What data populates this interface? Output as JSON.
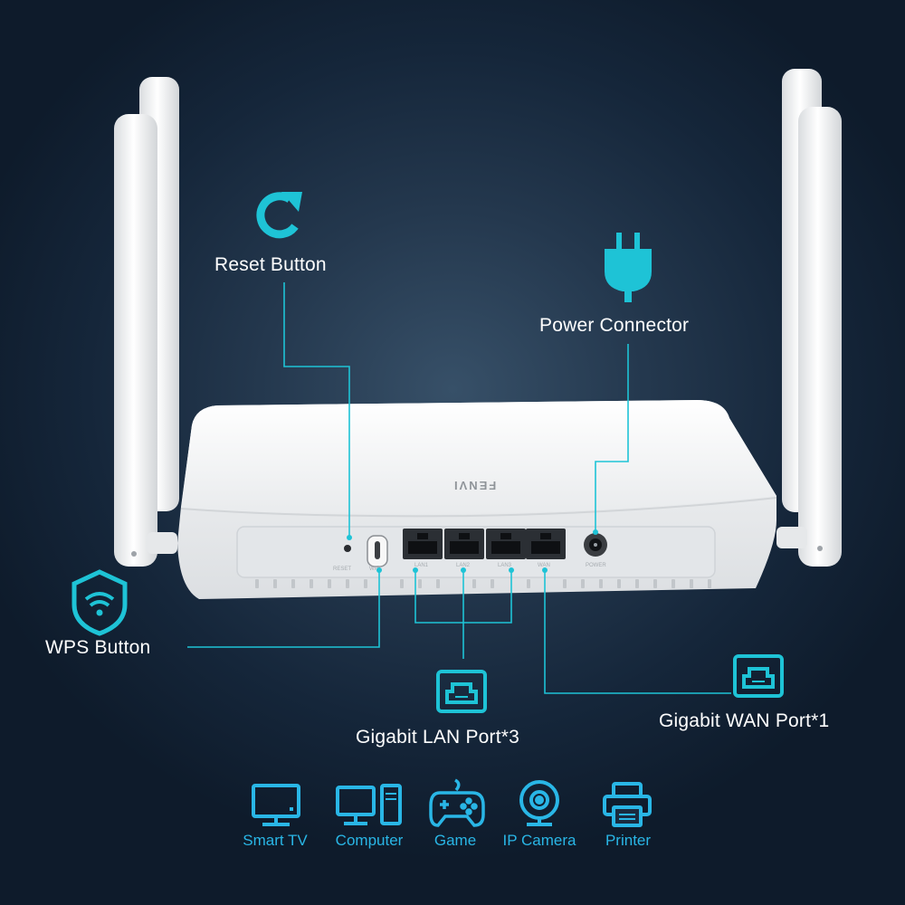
{
  "callouts": {
    "reset": "Reset Button",
    "power": "Power Connector",
    "wps": "WPS Button",
    "lan": "Gigabit LAN Port*3",
    "wan": "Gigabit WAN Port*1"
  },
  "router": {
    "brand": "FENVI",
    "back_labels": [
      "RESET",
      "WPS",
      "LAN1",
      "LAN2",
      "LAN3",
      "WAN",
      "POWER"
    ]
  },
  "devices": [
    {
      "label": "Smart TV",
      "icon": "tv-icon"
    },
    {
      "label": "Computer",
      "icon": "computer-icon"
    },
    {
      "label": "Game",
      "icon": "gamepad-icon"
    },
    {
      "label": "IP Camera",
      "icon": "webcam-icon"
    },
    {
      "label": "Printer",
      "icon": "printer-icon"
    }
  ],
  "colors": {
    "accent": "#1ec3d6",
    "device_blue": "#29b6e6",
    "background": "#1a2b3f",
    "router_body": "#f2f3f4"
  }
}
